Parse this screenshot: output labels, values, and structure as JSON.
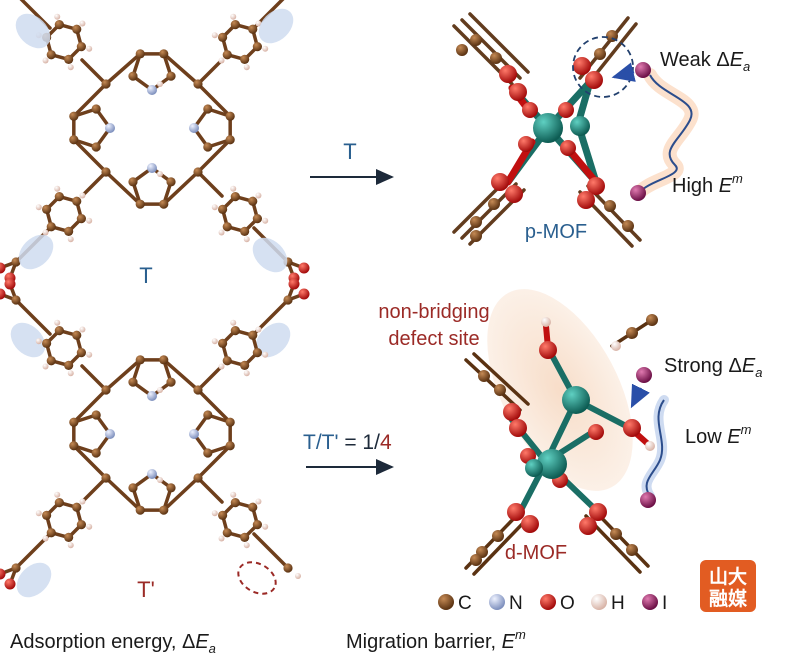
{
  "labels": {
    "t_top": "T",
    "arrow_top": "T",
    "p_mof": "p-MOF",
    "weak_prefix": "Weak Δ",
    "weak_var": "E",
    "weak_sub": "a",
    "high_prefix": "High ",
    "high_var": "E",
    "high_sup": "m",
    "t_prime": "T'",
    "ratio_a": "T/T'",
    "ratio_eq": " = 1/",
    "ratio_b": "4",
    "nonbridging_1": "non-bridging",
    "nonbridging_2": "defect site",
    "strong_prefix": "Strong Δ",
    "strong_var": "E",
    "strong_sub": "a",
    "low_prefix": "Low ",
    "low_var": "E",
    "low_sup": "m",
    "d_mof": "d-MOF"
  },
  "legend": [
    {
      "symbol": "C",
      "color": "#7a4a22"
    },
    {
      "symbol": "N",
      "color": "#a9b6d6"
    },
    {
      "symbol": "O",
      "color": "#d91414"
    },
    {
      "symbol": "H",
      "color": "#f0d2c8"
    },
    {
      "symbol": "I",
      "color": "#9c1f66"
    }
  ],
  "caption": {
    "adsorption_prefix": "Adsorption energy, Δ",
    "adsorption_var": "E",
    "adsorption_sub": "a",
    "migration_prefix": "Migration barrier, ",
    "migration_var": "E",
    "migration_sup": "m"
  },
  "watermark": "山大融媒",
  "colors": {
    "carbon": "#6e3f1c",
    "nitrogen": "#a9b6d6",
    "oxygen": "#d91414",
    "hydrogen": "#f3dcd3",
    "iodine": "#9c1f66",
    "metal": "#17857a",
    "blue_text": "#2a5f8f",
    "dark_red_text": "#9b2a26"
  }
}
